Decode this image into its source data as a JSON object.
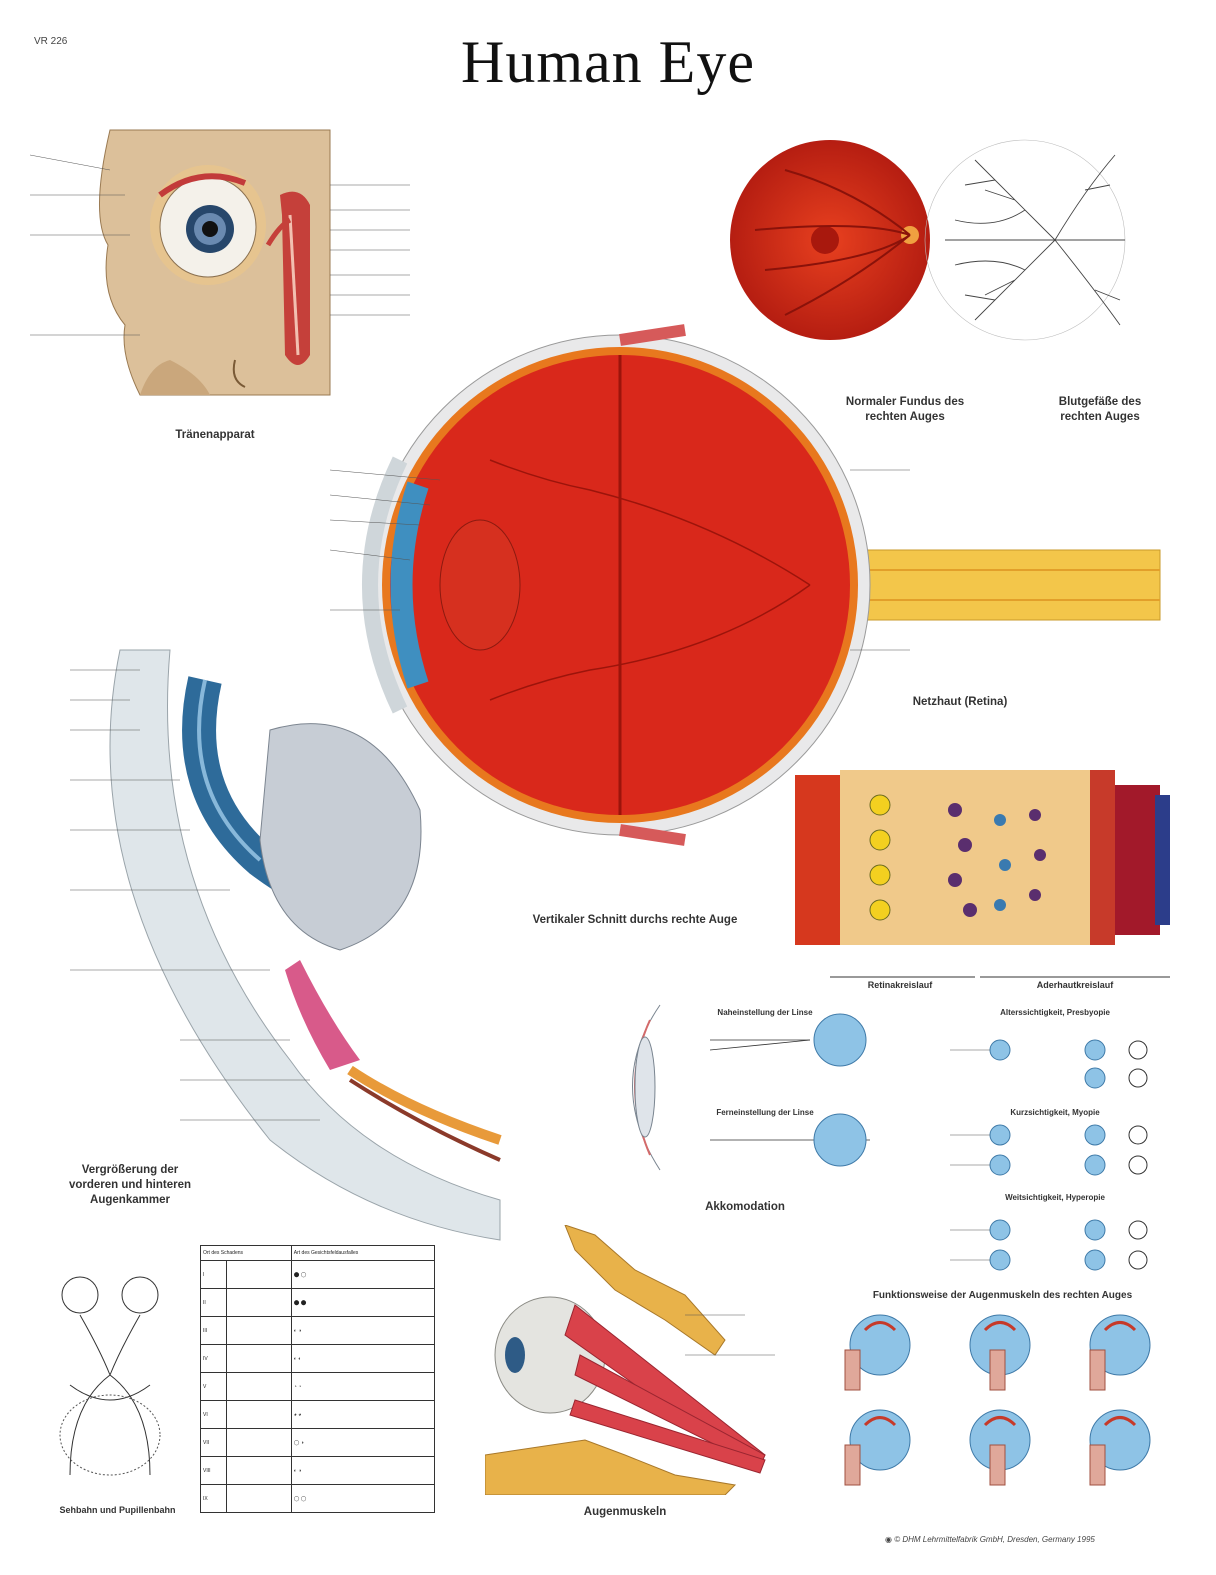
{
  "poster": {
    "code": "VR 226",
    "title": "Human Eye",
    "copyright": "© DHM Lehrmittelfabrik GmbH, Dresden, Germany 1995"
  },
  "captions": {
    "lacrimal": "Tränenapparat",
    "fundus": "Normaler Fundus des rechten Auges",
    "vessels": "Blutgefäße des rechten Auges",
    "section": "Vertikaler Schnitt durchs rechte Auge",
    "retina": "Netzhaut (Retina)",
    "chamber": "Vergrößerung der vorderen und hinteren Augenkammer",
    "accommodation": "Akkomodation",
    "near_adjust": "Naheinstellung der Linse",
    "far_adjust": "Ferneinstellung der Linse",
    "retinal_circ": "Retinakreislauf",
    "choroid_circ": "Aderhautkreislauf",
    "presbyopia": "Alterssichtigkeit, Presbyopie",
    "myopia": "Kurzsichtigkeit, Myopie",
    "hyperopia": "Weitsichtigkeit, Hyperopie",
    "muscle_function": "Funktionsweise der Augenmuskeln des rechten Auges",
    "eye_muscles": "Augenmuskeln",
    "visual_pathway": "Sehbahn und Pupillenbahn"
  },
  "damage_table": {
    "col_site": "Ort des Schadens",
    "col_defect": "Art des Gesichtsfeldausfalles",
    "rows": [
      "I",
      "II",
      "III",
      "IV",
      "V",
      "VI",
      "VII",
      "VIII",
      "IX"
    ]
  },
  "colors": {
    "red": "#d8291c",
    "orange": "#e8761c",
    "blue": "#3f9ad0",
    "tan": "#e2c49a",
    "yellow": "#f1c84a"
  }
}
